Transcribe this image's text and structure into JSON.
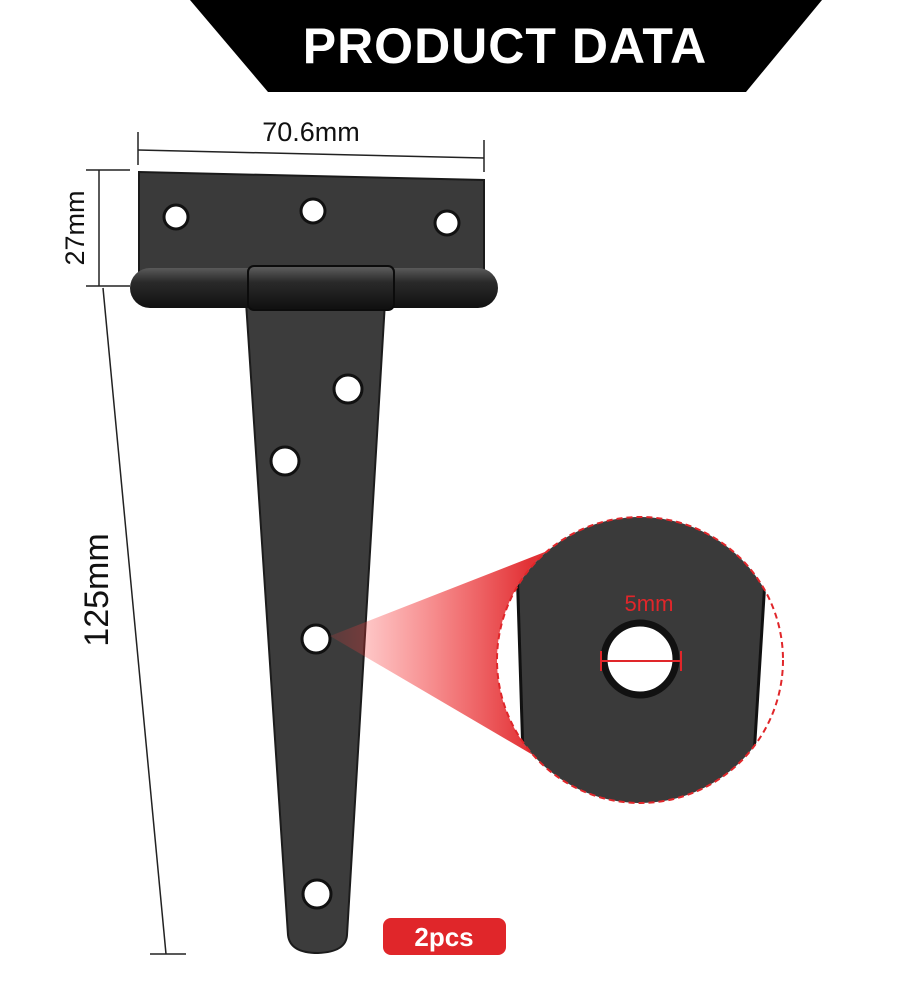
{
  "banner": {
    "title": "PRODUCT DATA"
  },
  "dimensions": {
    "width": "70.6mm",
    "leaf_height": "27mm",
    "total_length": "125mm",
    "hole_diameter": "5mm"
  },
  "quantity": {
    "label": "2pcs"
  },
  "colors": {
    "banner_bg": "#000000",
    "hinge_metal": "#3c3c3c",
    "accent_red": "#e0262a",
    "dimension_line": "#222222"
  },
  "icons": {
    "detail": "magnifier-callout",
    "product": "t-hinge"
  }
}
